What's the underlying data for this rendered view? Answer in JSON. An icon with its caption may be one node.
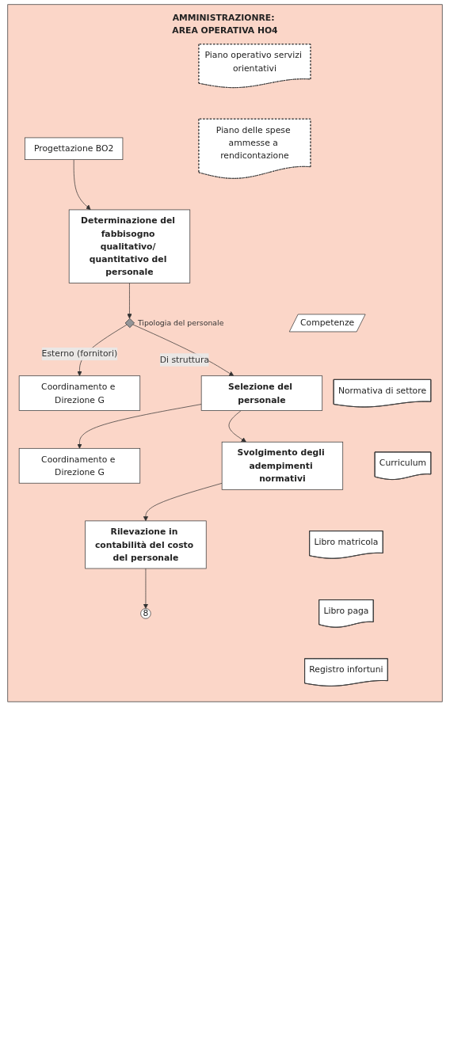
{
  "diagram": {
    "nodes": [
      {
        "text": [
          "AMMINISTRAZIONRE: AREA OPERATIVA HO4"
        ]
      },
      {
        "text": [
          "Progettazione BO2"
        ],
        "in": 0
      },
      {
        "text": [
          "Piano operativo servizi orientativi"
        ],
        "in": 0
      },
      {
        "text": [
          "Piano delle spese ammesse a rendicontazione"
        ],
        "in": 0
      },
      {
        "text": [
          "Determinazione del fabbisogno qualitativo/ quantitativo del personale"
        ],
        "in": 0
      },
      {
        "text": [],
        "shape": "diamond",
        "beside": [
          "Tipologia del personale"
        ],
        "in": 0
      },
      {
        "text": [
          "Coordinamento e Direzione G"
        ],
        "in": 0
      },
      {
        "text": [
          "Competenze"
        ],
        "in": 0
      },
      {
        "text": [
          "Selezione del personale"
        ],
        "in": 0
      },
      {
        "text": [
          "Curriculum"
        ],
        "in": 0
      },
      {
        "text": [
          "Coordinamento e Direzione G"
        ],
        "in": 0
      },
      {
        "text": [
          "Normativa di settore"
        ],
        "in": 0
      },
      {
        "text": [
          "Svolgimento degli adempimenti normativi"
        ],
        "in": 0
      },
      {
        "text": [
          "Libro matricola"
        ],
        "in": 0
      },
      {
        "text": [
          "Libro paga"
        ],
        "in": 0
      },
      {
        "text": [
          "Registro infortuni"
        ],
        "in": 0
      },
      {
        "text": [
          "Rilevazione in contabilità del costo del personale"
        ],
        "in": 0
      },
      {
        "text": [
          "8"
        ],
        "in": 0
      }
    ],
    "edges": [
      {
        "from": 1,
        "to": 4,
        "arrow": "to"
      },
      {
        "from": 4,
        "to": 5,
        "arrow": "to"
      },
      {
        "from": 5,
        "to": 6,
        "arrow": "to",
        "label": "Esterno (fornitori)"
      },
      {
        "from": 5,
        "to": 8,
        "arrow": "to",
        "label": "Di struttura"
      },
      {
        "from": 8,
        "to": 10,
        "arrow": "to"
      },
      {
        "from": 8,
        "to": 12,
        "arrow": "to"
      },
      {
        "from": 12,
        "to": 16,
        "arrow": "to"
      },
      {
        "from": 16,
        "to": 17,
        "arrow": "to"
      }
    ]
  }
}
